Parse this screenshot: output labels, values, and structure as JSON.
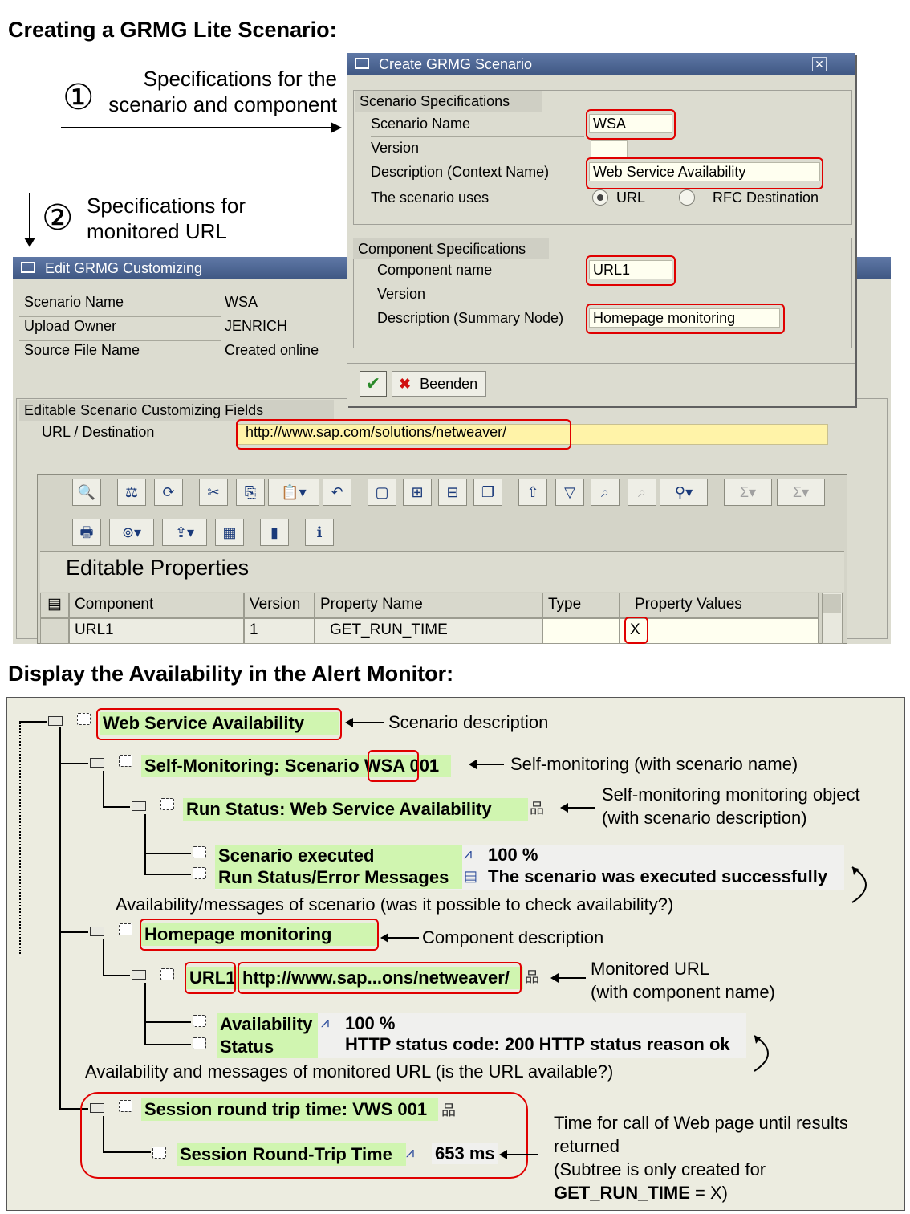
{
  "headings": {
    "top": "Creating a GRMG Lite Scenario:",
    "bottom": "Display the Availability in the Alert Monitor:"
  },
  "callouts": {
    "step1_num": "①",
    "step1_text": "Specifications for the scenario and component",
    "step2_num": "②",
    "step2_text": "Specifications for monitored URL"
  },
  "create_dialog": {
    "title": "Create GRMG Scenario",
    "scenario_group": "Scenario Specifications",
    "scenario_name_label": "Scenario Name",
    "scenario_name_value": "WSA",
    "version_label": "Version",
    "description_label": "Description (Context Name)",
    "description_value": "Web Service Availability",
    "uses_label": "The scenario uses",
    "opt_url": "URL",
    "opt_rfc": "RFC Destination",
    "component_group": "Component Specifications",
    "component_name_label": "Component name",
    "component_name_value": "URL1",
    "comp_version_label": "Version",
    "comp_description_label": "Description (Summary Node)",
    "comp_description_value": "Homepage monitoring",
    "cancel_label": "Beenden"
  },
  "edit_window": {
    "title": "Edit GRMG Customizing",
    "fields": [
      {
        "label": "Scenario Name",
        "value": "WSA"
      },
      {
        "label": "Upload Owner",
        "value": "JENRICH"
      },
      {
        "label": "Source File Name",
        "value": "Created online"
      }
    ],
    "editable_group": "Editable Scenario Customizing Fields",
    "url_label": "URL / Destination",
    "url_value": "http://www.sap.com/solutions/netweaver/",
    "props_title": "Editable Properties",
    "table_headers": [
      "Component",
      "Version",
      "Property Name",
      "Type",
      "Property Values"
    ],
    "table_row": [
      "URL1",
      "1",
      "GET_RUN_TIME",
      "",
      "X"
    ]
  },
  "tree": {
    "root": "Web Service Availability",
    "root_ann": "Scenario description",
    "self_mon_prefix": "Self-Monitoring: Scenario",
    "self_mon_name": "WSA",
    "self_mon_suffix": "001",
    "self_mon_ann": "Self-monitoring (with scenario name)",
    "run_status": "Run Status: Web Service Availability",
    "run_status_ann1": "Self-monitoring monitoring object",
    "run_status_ann2": "(with scenario description)",
    "scen_exec": "Scenario executed",
    "scen_exec_val": "100 %",
    "run_err": "Run Status/Error Messages",
    "run_err_val": "The scenario was executed successfully",
    "scen_msg_ann": "Availability/messages of scenario (was it possible to check availability?)",
    "homepage": "Homepage  monitoring",
    "homepage_ann": "Component description",
    "url1": "URL1",
    "url_short": "http://www.sap...ons/netweaver/",
    "url_ann1": "Monitored URL",
    "url_ann2": "(with component name)",
    "availability": "Availability",
    "availability_val": "100 %",
    "status": "Status",
    "status_val": "HTTP status code: 200 HTTP status reason ok",
    "url_msg_ann": "Availability and messages of monitored URL (is the URL available?)",
    "session": "Session round trip time: VWS 001",
    "session_rt": "Session Round-Trip Time",
    "session_rt_val": "653 ms",
    "time_ann1": "Time for call of Web page until results",
    "time_ann2": "returned",
    "time_ann3": "(Subtree is only created for",
    "time_ann4_bold": "GET_RUN_TIME",
    "time_ann4_rest": " = X)"
  }
}
